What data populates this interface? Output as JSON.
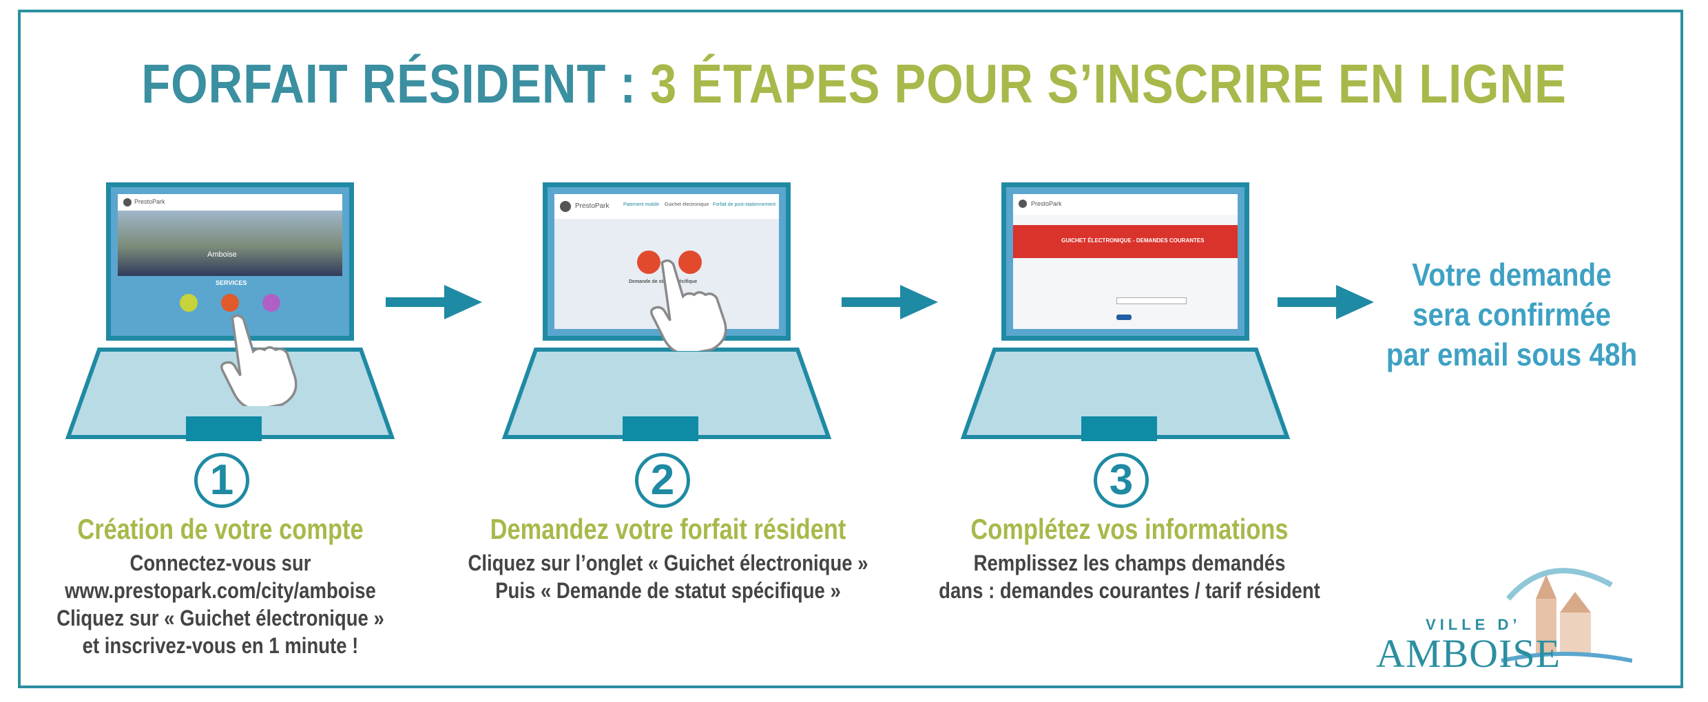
{
  "title": {
    "part1": "FORFAIT RÉSIDENT : ",
    "part2": "3 ÉTAPES POUR S’INSCRIRE EN LIGNE"
  },
  "steps": [
    {
      "number": "1",
      "heading": "Création de votre compte",
      "lines": [
        "Connectez-vous sur",
        "www.prestopark.com/city/amboise",
        "Cliquez sur « Guichet électronique »",
        "et inscrivez-vous en 1 minute !"
      ],
      "screen": {
        "brand": "PrestoPark",
        "city": "Amboise",
        "section": "SERVICES"
      }
    },
    {
      "number": "2",
      "heading": "Demandez votre forfait résident",
      "lines": [
        "Cliquez sur l’onglet « Guichet électronique »",
        "Puis « Demande de statut spécifique »"
      ],
      "screen": {
        "brand": "PrestoPark",
        "tab1": "Paiement mobile",
        "tab2": "Guichet électronique",
        "tab3": "Forfait de post-stationnement",
        "card": "Demande de statut spécifique"
      }
    },
    {
      "number": "3",
      "heading": "Complétez vos informations",
      "lines": [
        "Remplissez les champs demandés",
        "dans : demandes courantes / tarif résident"
      ],
      "screen": {
        "brand": "PrestoPark",
        "banner": "GUICHET ÉLECTRONIQUE - DEMANDES COURANTES"
      }
    }
  ],
  "confirmation": [
    "Votre demande",
    "sera confirmée",
    "par email sous 48h"
  ],
  "logo": {
    "line1": "VILLE D’",
    "line2": "AMBOISE"
  },
  "colors": {
    "teal": "#1f8aa3",
    "green": "#a9b84a",
    "blue": "#3ea1c4",
    "red": "#d9332c"
  }
}
